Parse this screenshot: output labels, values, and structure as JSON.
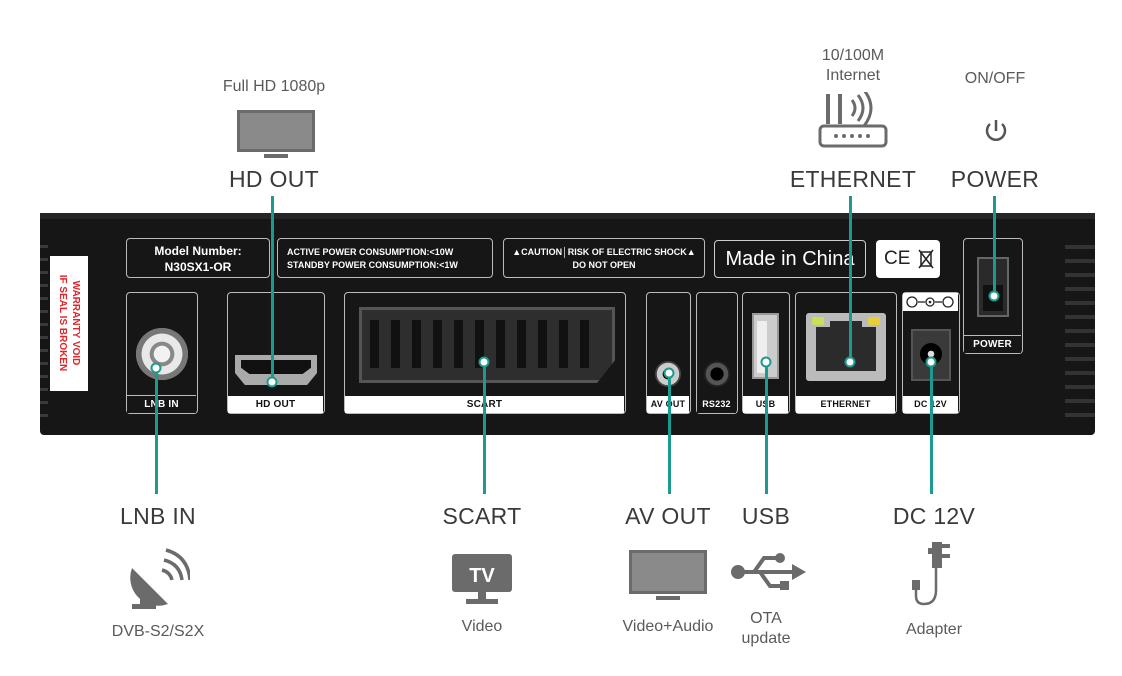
{
  "top_labels": {
    "hd_out": {
      "caption": "Full HD 1080p",
      "title": "HD OUT"
    },
    "ethernet": {
      "caption_line1": "10/100M",
      "caption_line2": "Internet",
      "title": "ETHERNET"
    },
    "power": {
      "caption": "ON/OFF",
      "title": "POWER"
    }
  },
  "bottom_labels": {
    "lnb_in": {
      "title": "LNB IN",
      "caption": "DVB-S2/S2X"
    },
    "scart": {
      "title": "SCART",
      "caption": "Video",
      "tv_text": "TV"
    },
    "av_out": {
      "title": "AV OUT",
      "caption": "Video+Audio"
    },
    "usb": {
      "title": "USB",
      "caption_line1": "OTA",
      "caption_line2": "update"
    },
    "dc_12v": {
      "title": "DC 12V",
      "caption": "Adapter"
    }
  },
  "device": {
    "warranty_line1": "WARRANTY VOID",
    "warranty_line2": "IF SEAL IS BROKEN",
    "model_line1": "Model Number:",
    "model_line2": "N30SX1-OR",
    "power_line1": "ACTIVE POWER CONSUMPTION:<10W",
    "power_line2": "STANDBY POWER CONSUMPTION:<1W",
    "caution_line1": "▲CAUTION│RISK OF ELECTRIC SHOCK▲",
    "caution_line2": "DO NOT OPEN",
    "made_in": "Made in China",
    "ce_mark": "CE",
    "ports": {
      "lnb_in": "LNB IN",
      "hd_out": "HD OUT",
      "scart": "SCART",
      "av_out": "AV OUT",
      "rs232": "RS232",
      "usb": "USB",
      "ethernet": "ETHERNET",
      "dc_12v": "DC 12V",
      "power": "POWER"
    }
  },
  "colors": {
    "accent": "#1c9a8f",
    "device_body": "#161616",
    "warning_red": "#e0262a"
  }
}
